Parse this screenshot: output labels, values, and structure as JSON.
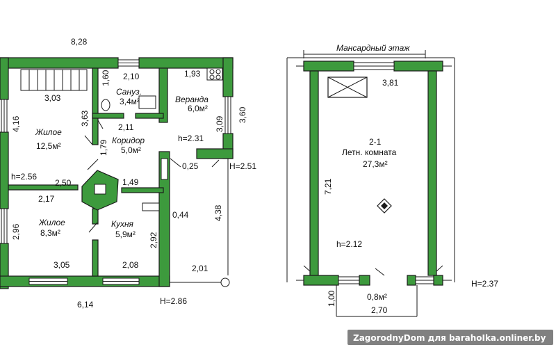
{
  "ground_floor": {
    "overall_width_top": "8,28",
    "overall_width_bottom": "6,14",
    "rooms": {
      "living_large": {
        "label": "Жилое",
        "area": "12,5м²"
      },
      "bathroom": {
        "label": "Сануз.",
        "area": "3,4м²"
      },
      "veranda": {
        "label": "Веранда",
        "area": "6,0м²"
      },
      "corridor": {
        "label": "Коридор",
        "area": "5,0м²"
      },
      "living_small": {
        "label": "Жилое",
        "area": "8,3м²"
      },
      "kitchen": {
        "label": "Кухня",
        "area": "5,9м²"
      }
    },
    "dimensions": {
      "d_3_03": "3,03",
      "d_1_60": "1,60",
      "d_2_10": "2,10",
      "d_1_93": "1,93",
      "d_4_16": "4,16",
      "d_3_63": "3,63",
      "d_2_11": "2,11",
      "d_3_09": "3,09",
      "d_3_60": "3,60",
      "d_1_79": "1,79",
      "d_2_50": "2,50",
      "d_1_49": "1,49",
      "d_0_25": "0,25",
      "d_2_17": "2,17",
      "d_2_96": "2,96",
      "d_0_44": "0,44",
      "d_4_38": "4,38",
      "d_2_92": "2,92",
      "d_3_05": "3,05",
      "d_2_08": "2,08",
      "d_2_01": "2,01"
    },
    "heights": {
      "h_living": "h=2.56",
      "h_veranda": "h=2.31",
      "h_terrace": "H=2.51",
      "h_bottom": "H=2.86"
    }
  },
  "attic_floor": {
    "title": "Мансардный этаж",
    "room_number": "2-1",
    "room_label": "Летн. комната",
    "room_area": "27,3м²",
    "width_top": "3,81",
    "length": "7,21",
    "height_inside": "h=2.12",
    "height_outside": "H=2.37",
    "porch_area": "0,8м²",
    "porch_depth": "1,00",
    "porch_width": "2,70"
  },
  "watermark": "ZagorodnyDom для barahoIka.onliner.by",
  "colors": {
    "wall": "#3d9a3d",
    "line": "#1a1a1a",
    "background": "#ffffff"
  }
}
